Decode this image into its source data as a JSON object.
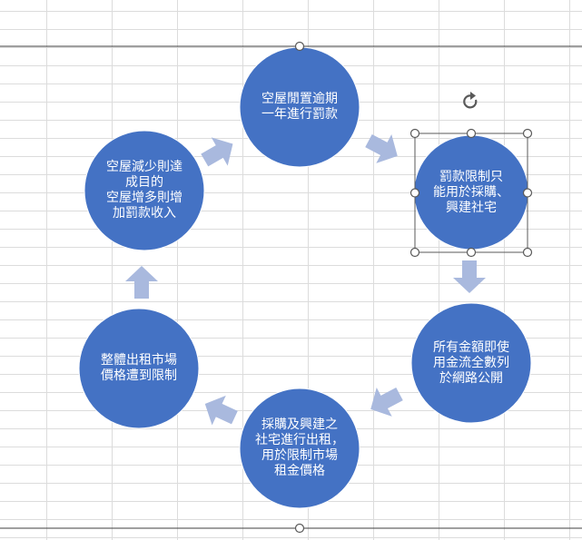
{
  "colors": {
    "circle_fill": "#4472C4",
    "circle_stroke": "#ffffff",
    "arrow_fill": "#A9B9DE",
    "selection_stroke": "#595959",
    "gridline": "#dcdcdc",
    "frame_line": "#3f3f3f"
  },
  "cycle": {
    "nodes": [
      {
        "id": "node-penalty",
        "text": "空屋閒置逾期\n一年進行罰款"
      },
      {
        "id": "node-fine-use",
        "text": "罰款限制只\n能用於採購、\n興建社宅"
      },
      {
        "id": "node-public-disclosure",
        "text": "所有金額即使\n用金流全數列\n於網路公開"
      },
      {
        "id": "node-rental",
        "text": "採購及興建之\n社宅進行出租，\n用於限制市場\n租金價格"
      },
      {
        "id": "node-market-limit",
        "text": "整體出租市場\n價格遭到限制"
      },
      {
        "id": "node-goal",
        "text": "空屋減少則達\n成目的\n空屋增多則增\n加罰款收入"
      }
    ],
    "selected_node": "node-fine-use"
  },
  "icons": {
    "rotate_handle": "rotate-handle-icon"
  }
}
